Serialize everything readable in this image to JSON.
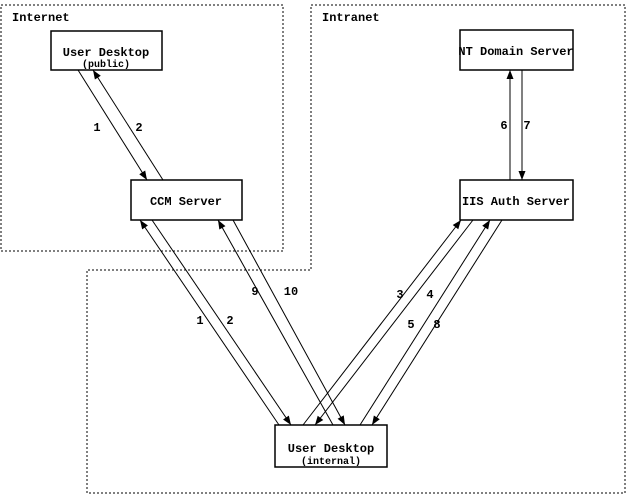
{
  "diagram": {
    "background_color": "#ffffff",
    "line_color": "#000000",
    "regions": {
      "internet": {
        "label": "Internet"
      },
      "intranet": {
        "label": "Intranet"
      }
    },
    "nodes": {
      "user_desktop_public": {
        "label": "User Desktop",
        "sublabel": "(public)"
      },
      "ccm_server": {
        "label": "CCM Server"
      },
      "nt_domain_server": {
        "label": "NT Domain Server"
      },
      "iis_auth_server": {
        "label": "IIS Auth Server"
      },
      "user_desktop_internal": {
        "label": "User Desktop",
        "sublabel": "(internal)"
      }
    },
    "edges": {
      "step1_public": {
        "label": "1"
      },
      "step2_public": {
        "label": "2"
      },
      "step1_internal": {
        "label": "1"
      },
      "step2_internal": {
        "label": "2"
      },
      "step3": {
        "label": "3"
      },
      "step4": {
        "label": "4"
      },
      "step5": {
        "label": "5"
      },
      "step6": {
        "label": "6"
      },
      "step7": {
        "label": "7"
      },
      "step8": {
        "label": "8"
      },
      "step9": {
        "label": "9"
      },
      "step10": {
        "label": "10"
      }
    }
  }
}
